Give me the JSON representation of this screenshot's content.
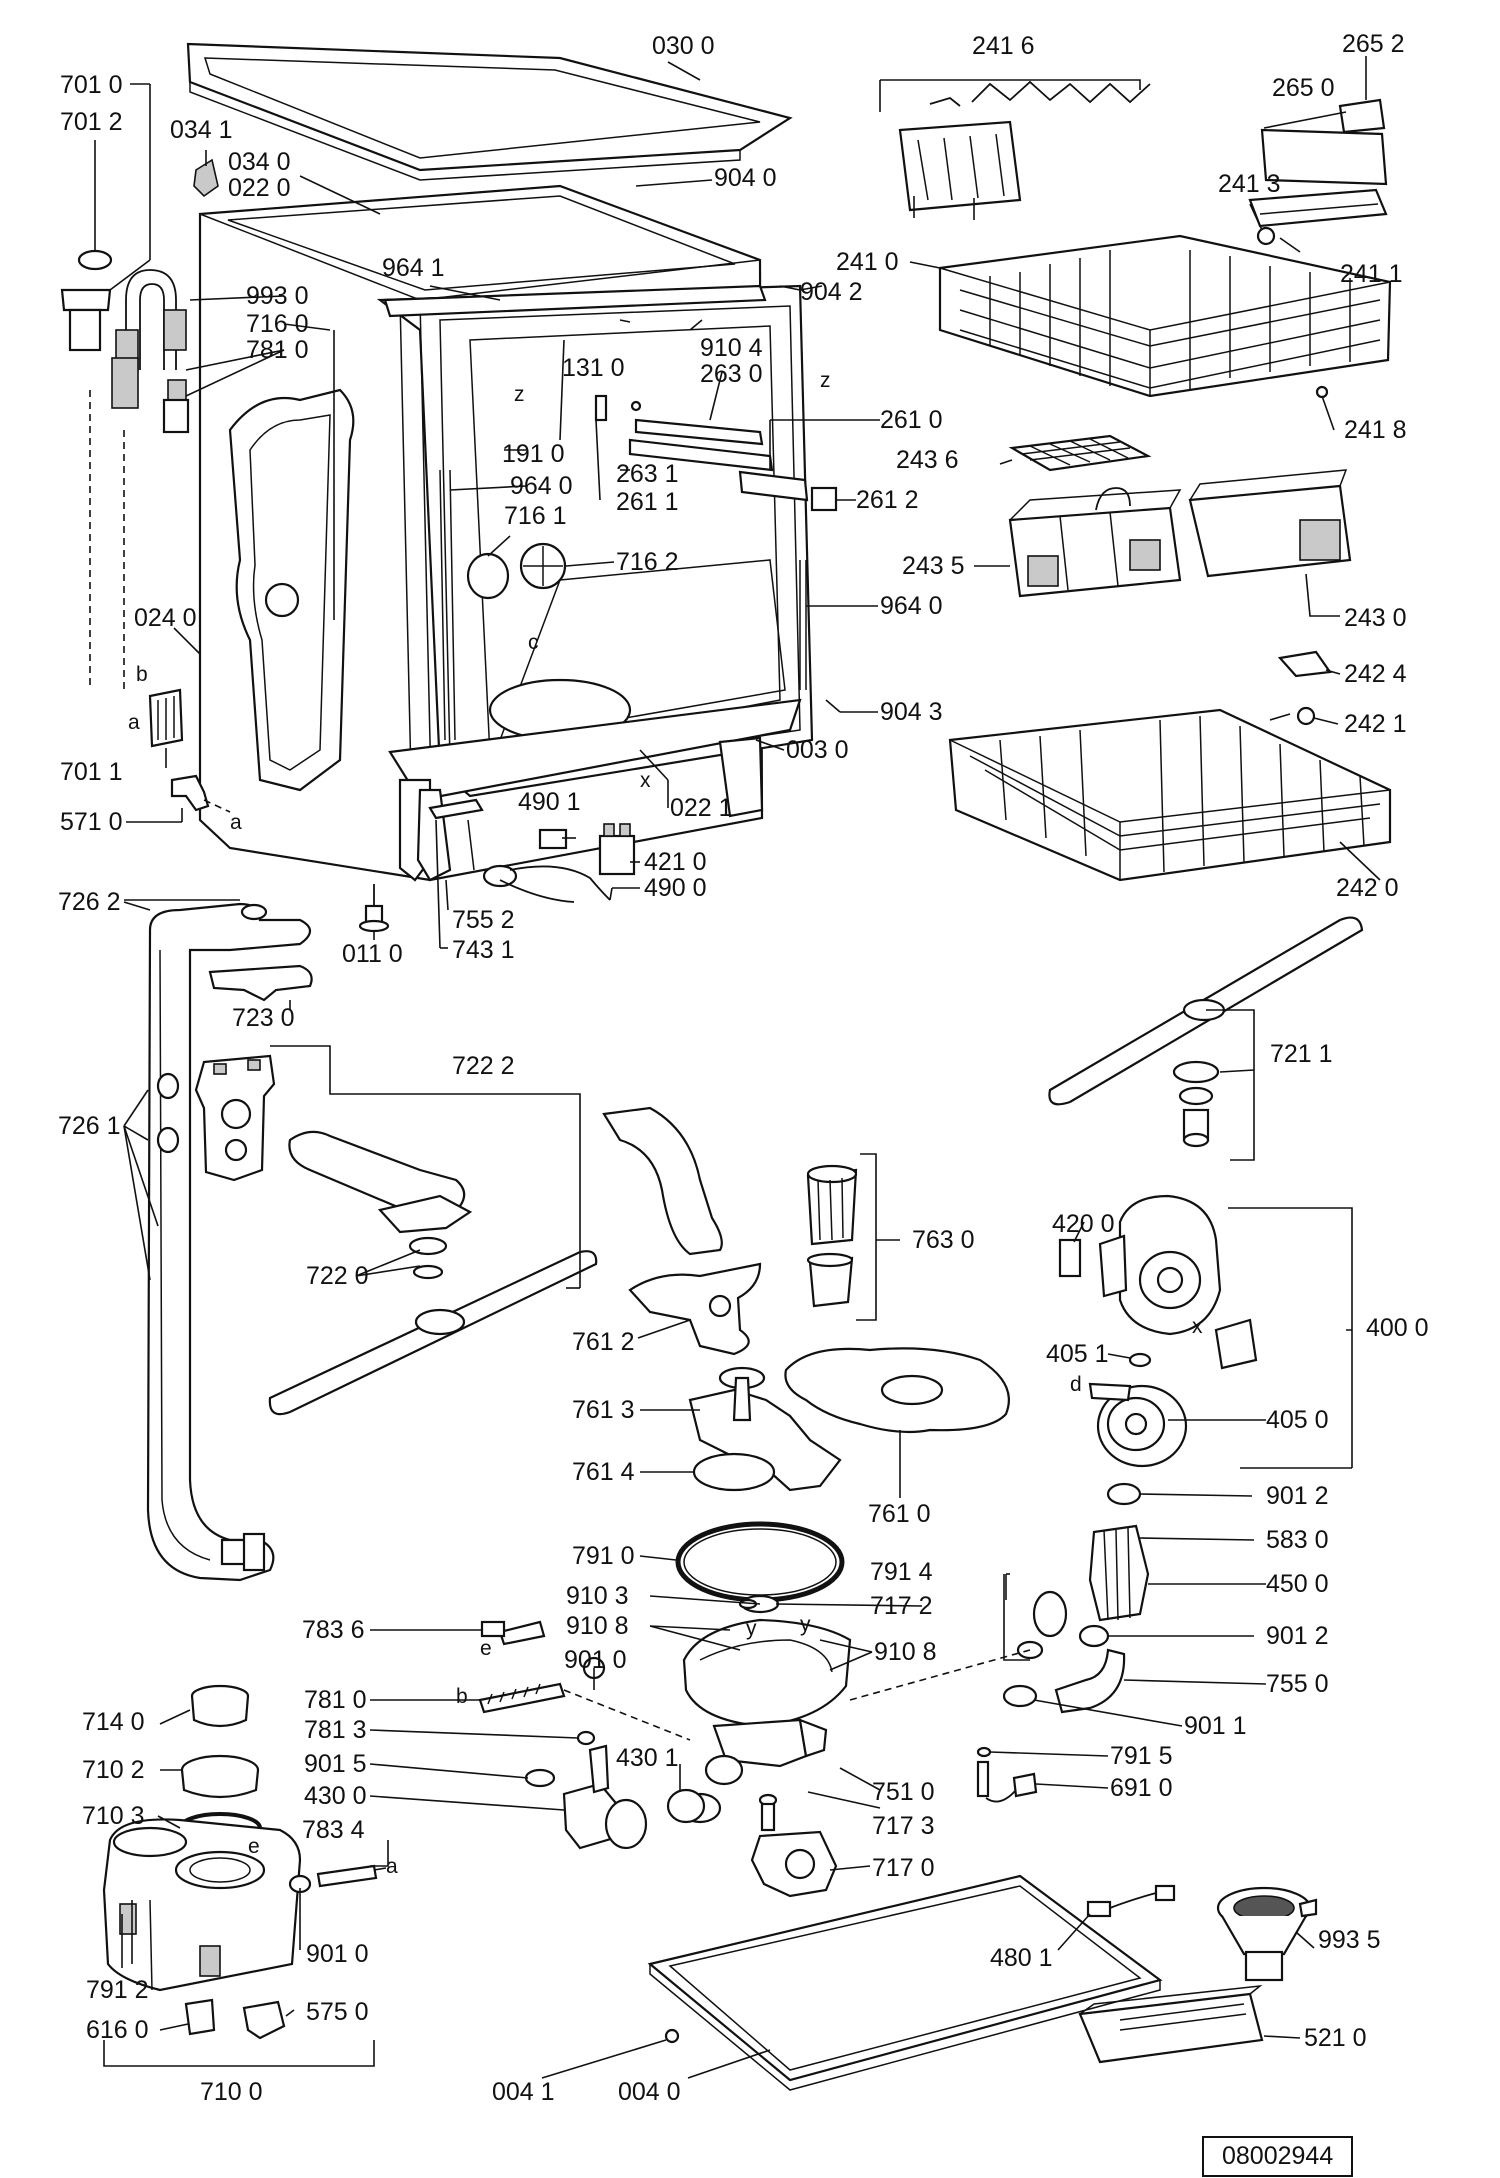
{
  "document_number": "08002944",
  "labels": [
    {
      "id": "0300",
      "text": "030 0"
    },
    {
      "id": "7010",
      "text": "701 0"
    },
    {
      "id": "7012",
      "text": "701 2"
    },
    {
      "id": "0341",
      "text": "034 1"
    },
    {
      "id": "0340",
      "text": "034 0"
    },
    {
      "id": "0220",
      "text": "022 0"
    },
    {
      "id": "9040",
      "text": "904 0"
    },
    {
      "id": "9641",
      "text": "964 1"
    },
    {
      "id": "9930",
      "text": "993 0"
    },
    {
      "id": "7160",
      "text": "716 0"
    },
    {
      "id": "7810a",
      "text": "781 0"
    },
    {
      "id": "9042",
      "text": "904 2"
    },
    {
      "id": "9104",
      "text": "910 4"
    },
    {
      "id": "1310",
      "text": "131 0"
    },
    {
      "id": "2630",
      "text": "263 0"
    },
    {
      "id": "2610",
      "text": "261 0"
    },
    {
      "id": "1910",
      "text": "191 0"
    },
    {
      "id": "2631",
      "text": "263 1"
    },
    {
      "id": "9640a",
      "text": "964 0"
    },
    {
      "id": "2611",
      "text": "261 1"
    },
    {
      "id": "2612",
      "text": "261 2"
    },
    {
      "id": "7161",
      "text": "716 1"
    },
    {
      "id": "7162",
      "text": "716 2"
    },
    {
      "id": "9640b",
      "text": "964 0"
    },
    {
      "id": "0240",
      "text": "024 0"
    },
    {
      "id": "9043",
      "text": "904 3"
    },
    {
      "id": "0030",
      "text": "003 0"
    },
    {
      "id": "7011",
      "text": "701 1"
    },
    {
      "id": "0221",
      "text": "022 1"
    },
    {
      "id": "5710",
      "text": "571 0"
    },
    {
      "id": "4901",
      "text": "490 1"
    },
    {
      "id": "4210",
      "text": "421 0"
    },
    {
      "id": "4900",
      "text": "490 0"
    },
    {
      "id": "7262",
      "text": "726 2"
    },
    {
      "id": "7552a",
      "text": "755 2"
    },
    {
      "id": "0110",
      "text": "011 0"
    },
    {
      "id": "7431",
      "text": "743 1"
    },
    {
      "id": "2416",
      "text": "241 6"
    },
    {
      "id": "2652",
      "text": "265 2"
    },
    {
      "id": "2650",
      "text": "265 0"
    },
    {
      "id": "2413",
      "text": "241 3"
    },
    {
      "id": "2410",
      "text": "241 0"
    },
    {
      "id": "2411",
      "text": "241 1"
    },
    {
      "id": "2418",
      "text": "241 8"
    },
    {
      "id": "2436",
      "text": "243 6"
    },
    {
      "id": "2435",
      "text": "243 5"
    },
    {
      "id": "2430",
      "text": "243 0"
    },
    {
      "id": "2424",
      "text": "242 4"
    },
    {
      "id": "2421",
      "text": "242 1"
    },
    {
      "id": "2420",
      "text": "242 0"
    },
    {
      "id": "7230",
      "text": "723 0"
    },
    {
      "id": "7222",
      "text": "722 2"
    },
    {
      "id": "7261",
      "text": "726 1"
    },
    {
      "id": "7211",
      "text": "721 1"
    },
    {
      "id": "7220",
      "text": "722 0"
    },
    {
      "id": "7630",
      "text": "763 0"
    },
    {
      "id": "4200",
      "text": "420 0"
    },
    {
      "id": "4000",
      "text": "400 0"
    },
    {
      "id": "7612",
      "text": "761 2"
    },
    {
      "id": "4051",
      "text": "405 1"
    },
    {
      "id": "7613",
      "text": "761 3"
    },
    {
      "id": "4050",
      "text": "405 0"
    },
    {
      "id": "7614",
      "text": "761 4"
    },
    {
      "id": "7610",
      "text": "761 0"
    },
    {
      "id": "9012a",
      "text": "901 2"
    },
    {
      "id": "7910",
      "text": "791 0"
    },
    {
      "id": "5830",
      "text": "583 0"
    },
    {
      "id": "7914",
      "text": "791 4"
    },
    {
      "id": "4500",
      "text": "450 0"
    },
    {
      "id": "9103",
      "text": "910 3"
    },
    {
      "id": "7172",
      "text": "717 2"
    },
    {
      "id": "7836",
      "text": "783 6"
    },
    {
      "id": "9108a",
      "text": "910 8"
    },
    {
      "id": "9108b",
      "text": "910 8"
    },
    {
      "id": "9012b",
      "text": "901 2"
    },
    {
      "id": "9010a",
      "text": "901 0"
    },
    {
      "id": "7550",
      "text": "755 0"
    },
    {
      "id": "7140",
      "text": "714 0"
    },
    {
      "id": "7810b",
      "text": "781 0"
    },
    {
      "id": "9011",
      "text": "901 1"
    },
    {
      "id": "7102",
      "text": "710 2"
    },
    {
      "id": "7813",
      "text": "781 3"
    },
    {
      "id": "7915",
      "text": "791 5"
    },
    {
      "id": "9015",
      "text": "901 5"
    },
    {
      "id": "4301",
      "text": "430 1"
    },
    {
      "id": "7510",
      "text": "751 0"
    },
    {
      "id": "4300",
      "text": "430 0"
    },
    {
      "id": "6910",
      "text": "691 0"
    },
    {
      "id": "7103",
      "text": "710 3"
    },
    {
      "id": "7834",
      "text": "783 4"
    },
    {
      "id": "7173",
      "text": "717 3"
    },
    {
      "id": "7170",
      "text": "717 0"
    },
    {
      "id": "9935",
      "text": "993 5"
    },
    {
      "id": "4801",
      "text": "480 1"
    },
    {
      "id": "9010b",
      "text": "901 0"
    },
    {
      "id": "7912",
      "text": "791 2"
    },
    {
      "id": "5750",
      "text": "575 0"
    },
    {
      "id": "6160",
      "text": "616 0"
    },
    {
      "id": "5210",
      "text": "521 0"
    },
    {
      "id": "7100",
      "text": "710 0"
    },
    {
      "id": "0041",
      "text": "004 1"
    },
    {
      "id": "0040",
      "text": "004 0"
    }
  ],
  "markers": [
    {
      "id": "m-z1",
      "text": "z"
    },
    {
      "id": "m-z2",
      "text": "z"
    },
    {
      "id": "m-c",
      "text": "c"
    },
    {
      "id": "m-x1",
      "text": "x"
    },
    {
      "id": "m-b1",
      "text": "b"
    },
    {
      "id": "m-a1",
      "text": "a"
    },
    {
      "id": "m-a2",
      "text": "a"
    },
    {
      "id": "m-x2",
      "text": "x"
    },
    {
      "id": "m-d",
      "text": "d"
    },
    {
      "id": "m-e1",
      "text": "e"
    },
    {
      "id": "m-b2",
      "text": "b"
    },
    {
      "id": "m-e2",
      "text": "e"
    },
    {
      "id": "m-a3",
      "text": "a"
    },
    {
      "id": "m-y1",
      "text": "y"
    },
    {
      "id": "m-y2",
      "text": "y"
    }
  ]
}
